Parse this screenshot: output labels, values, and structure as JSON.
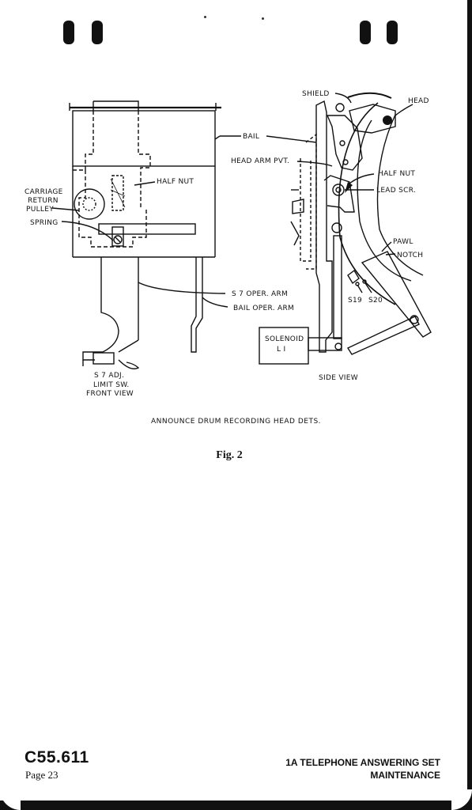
{
  "figure": {
    "labels": {
      "shield": "SHIELD",
      "head": "HEAD",
      "bail": "BAIL",
      "head_arm_pvt": "HEAD ARM PVT.",
      "half_nut_right": "HALF NUT",
      "lead_scr": "LEAD SCR.",
      "half_nut_left": "HALF NUT",
      "carriage": "CARRIAGE",
      "return": "RETURN",
      "pulley": "PULLEY",
      "spring": "SPRING",
      "pawl": "PAWL",
      "notch": "NOTCH",
      "s19": "S19",
      "s20": "S20",
      "s7_oper_arm": "S 7  OPER. ARM",
      "bail_oper_arm": "BAIL  OPER. ARM",
      "solenoid": "SOLENOID",
      "l1": "L I",
      "s7_adj": "S 7  ADJ.",
      "limit_sw": "LIMIT SW.",
      "front_view": "FRONT VIEW",
      "side_view": "SIDE VIEW"
    },
    "caption": "ANNOUNCE DRUM RECORDING HEAD DETS.",
    "fig_number": "Fig. 2"
  },
  "footer": {
    "code": "C55.611",
    "page": "Page 23",
    "title_line1": "1A TELEPHONE ANSWERING SET",
    "title_line2": "MAINTENANCE"
  }
}
